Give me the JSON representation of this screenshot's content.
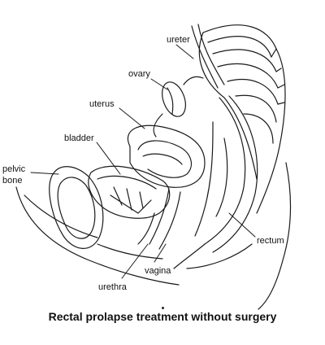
{
  "diagram": {
    "labels": {
      "ureter": "ureter",
      "ovary": "ovary",
      "uterus": "uterus",
      "bladder": "bladder",
      "pelvic_bone_line1": "pelvic",
      "pelvic_bone_line2": "bone",
      "rectum": "rectum",
      "vagina": "vagina",
      "urethra": "urethra"
    }
  },
  "caption": "Rectal prolapse treatment without surgery",
  "colors": {
    "line": "#1a1a1a",
    "background": "#ffffff"
  }
}
